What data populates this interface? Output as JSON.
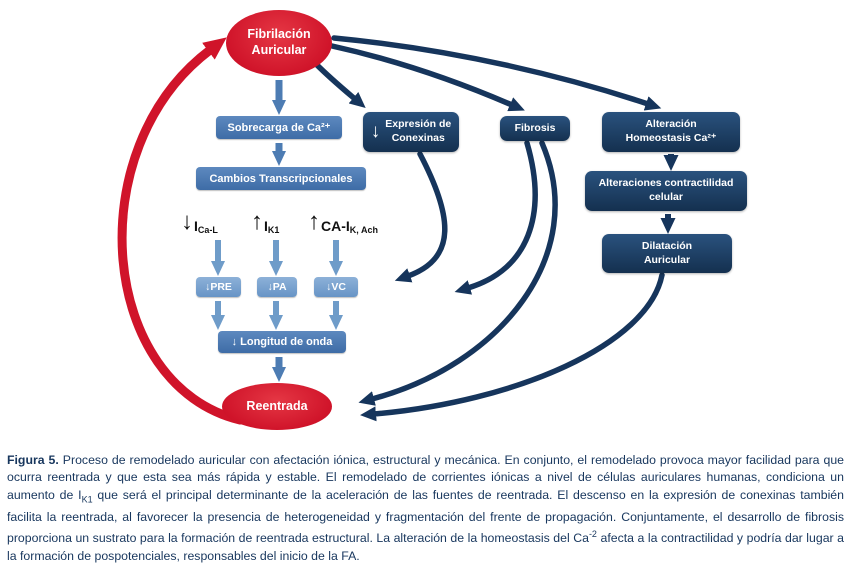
{
  "figure": {
    "nodes": {
      "fa": {
        "line1": "Fibrilación",
        "line2": "Auricular"
      },
      "sobrecarga": "Sobrecarga de Ca²⁺",
      "cambios": "Cambios Transcripcionales",
      "ion1": {
        "arrow": "↓",
        "main": "I",
        "sub": "Ca-L"
      },
      "ion2": {
        "arrow": "↑",
        "main": "I",
        "sub": "K1"
      },
      "ion3": {
        "arrow": "↑",
        "main": "CA-I",
        "sub": "K, Ach"
      },
      "pre": "↓PRE",
      "pa": "↓PA",
      "vc": "↓VC",
      "longitud": "↓ Longitud de onda",
      "reentrada": "Reentrada",
      "conexinas": {
        "arrow": "↓",
        "line1": "Expresión de",
        "line2": "Conexinas"
      },
      "fibrosis": "Fibrosis",
      "homeostasis": {
        "line1": "Alteración",
        "line2": "Homeostasis Ca²⁺"
      },
      "contractilidad": {
        "line1": "Alteraciones contractilidad",
        "line2": "celular"
      },
      "dilatacion": {
        "line1": "Dilatación",
        "line2": "Auricular"
      }
    },
    "colors": {
      "red": "#d0142a",
      "medium_blue": "#4d7cb3",
      "light_blue": "#6f9cc9",
      "navy": "#16355c",
      "text": "#17365d",
      "white": "#ffffff"
    }
  },
  "caption": {
    "label": "Figura 5.",
    "part1": " Proceso de remodelado auricular con afectación iónica, estructural y mecánica. En conjunto, el remodelado provoca mayor facilidad para que ocurra reentrada y que esta sea más rápida y estable. El remodelado de corrientes iónicas a nivel de células auriculares humanas, condiciona un aumento de I",
    "sub1": "K1",
    "part2": " que será el principal determinante de la aceleración de las fuentes de reentrada. El descenso en la expresión de conexinas también facilita la reentrada, al favorecer la presencia de heterogeneidad y fragmentación del frente de propagación. Conjuntamente, el desarrollo de fibrosis proporciona un sustrato para la formación de reentrada estructural. La alteración de la homeostasis del Ca",
    "sup1": "-2",
    "part3": " afecta a la contractilidad y podría dar lugar a la formación de pospotenciales, responsables del inicio de la FA."
  }
}
